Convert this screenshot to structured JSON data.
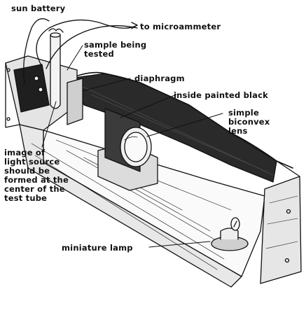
{
  "labels": {
    "sun_battery": "sun battery",
    "to_microammeter": "to microammeter",
    "sample_being_tested": "sample being\ntested",
    "diaphragm": "diaphragm",
    "inside_painted_black": "inside painted black",
    "simple_biconvex_lens": "simple\nbiconvex\nlens",
    "image_note": "image of\nlight source\nshould be\nformed at the\ncenter of the\ntest tube",
    "miniature_lamp": "miniature lamp"
  },
  "colors": {
    "ink": "#111111",
    "paper": "#ffffff"
  }
}
